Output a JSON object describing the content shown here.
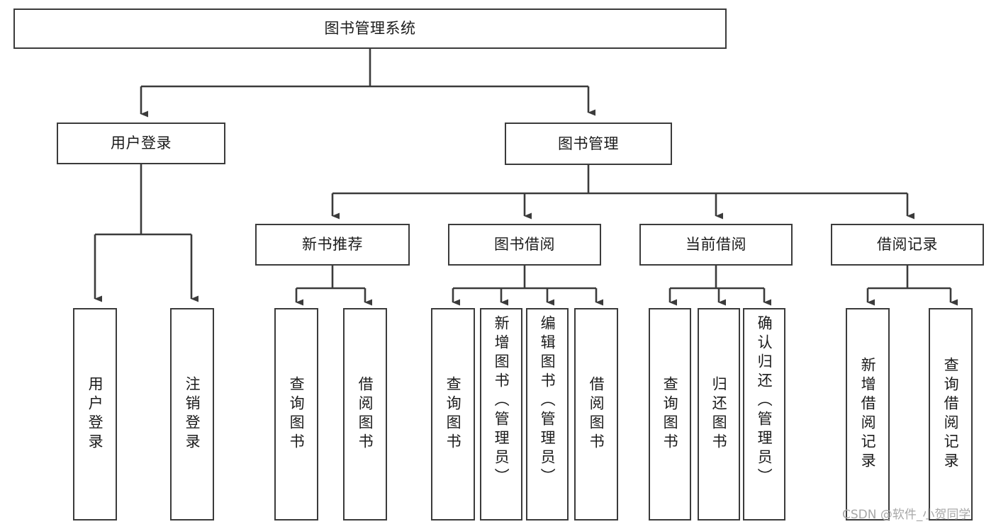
{
  "diagram": {
    "title": "图书管理系统",
    "type": "tree-hierarchy-chart",
    "root": {
      "id": "root",
      "label": "图书管理系统"
    },
    "level1": [
      {
        "id": "user-login",
        "label": "用户登录"
      },
      {
        "id": "book-management",
        "label": "图书管理"
      }
    ],
    "level2": [
      {
        "id": "new-book-recommend",
        "label": "新书推荐",
        "parent": "book-management"
      },
      {
        "id": "book-borrow",
        "label": "图书借阅",
        "parent": "book-management"
      },
      {
        "id": "current-borrow",
        "label": "当前借阅",
        "parent": "book-management"
      },
      {
        "id": "borrow-record",
        "label": "借阅记录",
        "parent": "book-management"
      }
    ],
    "leaves": {
      "user-login": [
        {
          "id": "leaf-user-login",
          "label": "用户登录"
        },
        {
          "id": "leaf-logout",
          "label": "注销登录"
        }
      ],
      "new-book-recommend": [
        {
          "id": "leaf-query-book-1",
          "label": "查询图书"
        },
        {
          "id": "leaf-borrow-book-1",
          "label": "借阅图书"
        }
      ],
      "book-borrow": [
        {
          "id": "leaf-query-book-2",
          "label": "查询图书"
        },
        {
          "id": "leaf-add-book",
          "label": "新增图书（管理员）"
        },
        {
          "id": "leaf-edit-book",
          "label": "编辑图书（管理员）"
        },
        {
          "id": "leaf-borrow-book-2",
          "label": "借阅图书"
        }
      ],
      "current-borrow": [
        {
          "id": "leaf-query-book-3",
          "label": "查询图书"
        },
        {
          "id": "leaf-return-book",
          "label": "归还图书"
        },
        {
          "id": "leaf-confirm-return",
          "label": "确认归还（管理员）"
        }
      ],
      "borrow-record": [
        {
          "id": "leaf-add-record",
          "label": "新增借阅记录"
        },
        {
          "id": "leaf-query-record",
          "label": "查询借阅记录"
        }
      ]
    }
  },
  "watermark": {
    "text": "CSDN @软件_小贺同学"
  },
  "colors": {
    "stroke": "#3b3b3b",
    "background": "#ffffff",
    "text": "#1b1b1b",
    "watermark": "#a8a8a8"
  }
}
